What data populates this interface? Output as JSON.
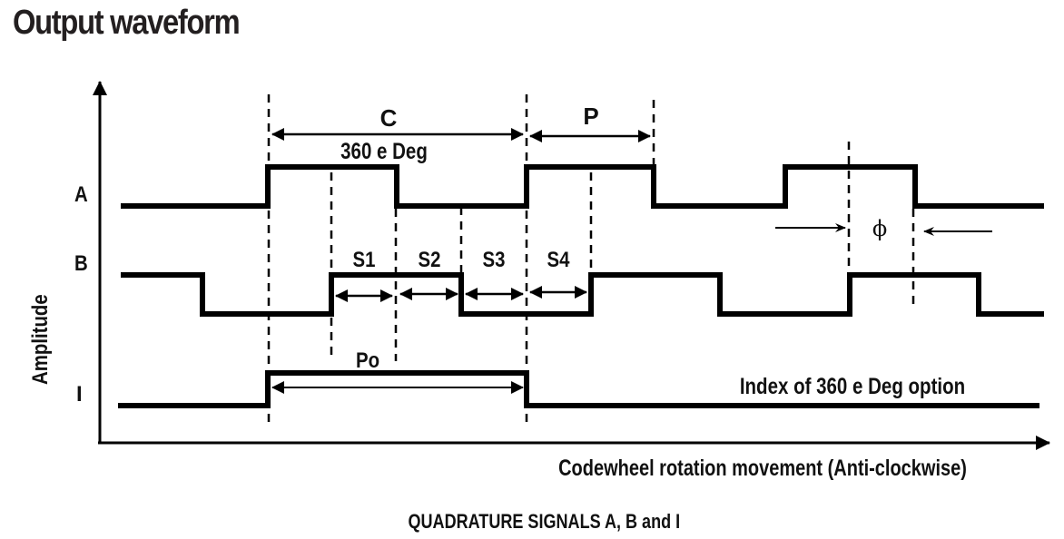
{
  "title": "Output waveform",
  "caption": "QUADRATURE SIGNALS A, B and I",
  "axes": {
    "y_label": "Amplitude",
    "x_label": "Codewheel rotation movement (Anti-clockwise)"
  },
  "channels": {
    "A": "A",
    "B": "B",
    "I": "I"
  },
  "annotations": {
    "cycle": "C",
    "cycle_value": "360 e Deg",
    "pulse": "P",
    "states": [
      "S1",
      "S2",
      "S3",
      "S4"
    ],
    "index_pulse": "Po",
    "phase": "ϕ",
    "index_note": "Index of 360 e Deg option"
  }
}
